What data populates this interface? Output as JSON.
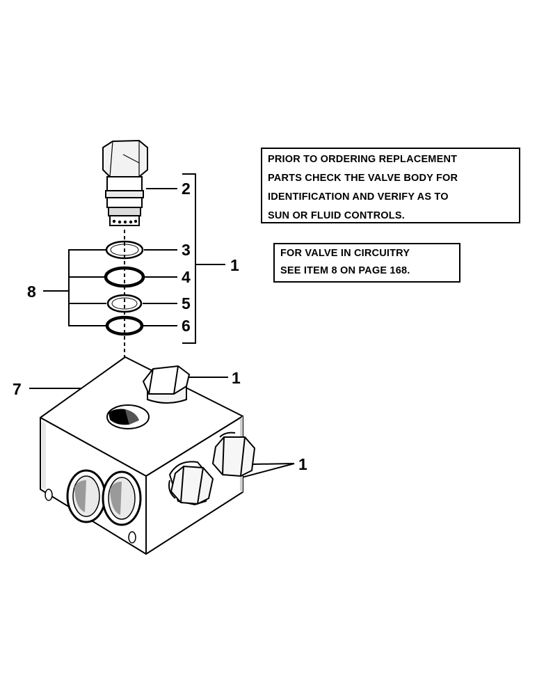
{
  "notes": {
    "replacement": {
      "lines": [
        "PRIOR TO ORDERING REPLACEMENT",
        "PARTS CHECK THE VALVE BODY FOR",
        "IDENTIFICATION AND VERIFY AS TO",
        "SUN OR FLUID CONTROLS."
      ]
    },
    "circuitry": {
      "lines": [
        "FOR VALVE IN CIRCUITRY",
        "SEE ITEM 8 ON PAGE  168."
      ]
    }
  },
  "callouts": {
    "c1_bracket": "1",
    "c2": "2",
    "c3": "3",
    "c4": "4",
    "c5": "5",
    "c6": "6",
    "c7": "7",
    "c8": "8",
    "c1_plug_top": "1",
    "c1_plugs_side": "1"
  }
}
